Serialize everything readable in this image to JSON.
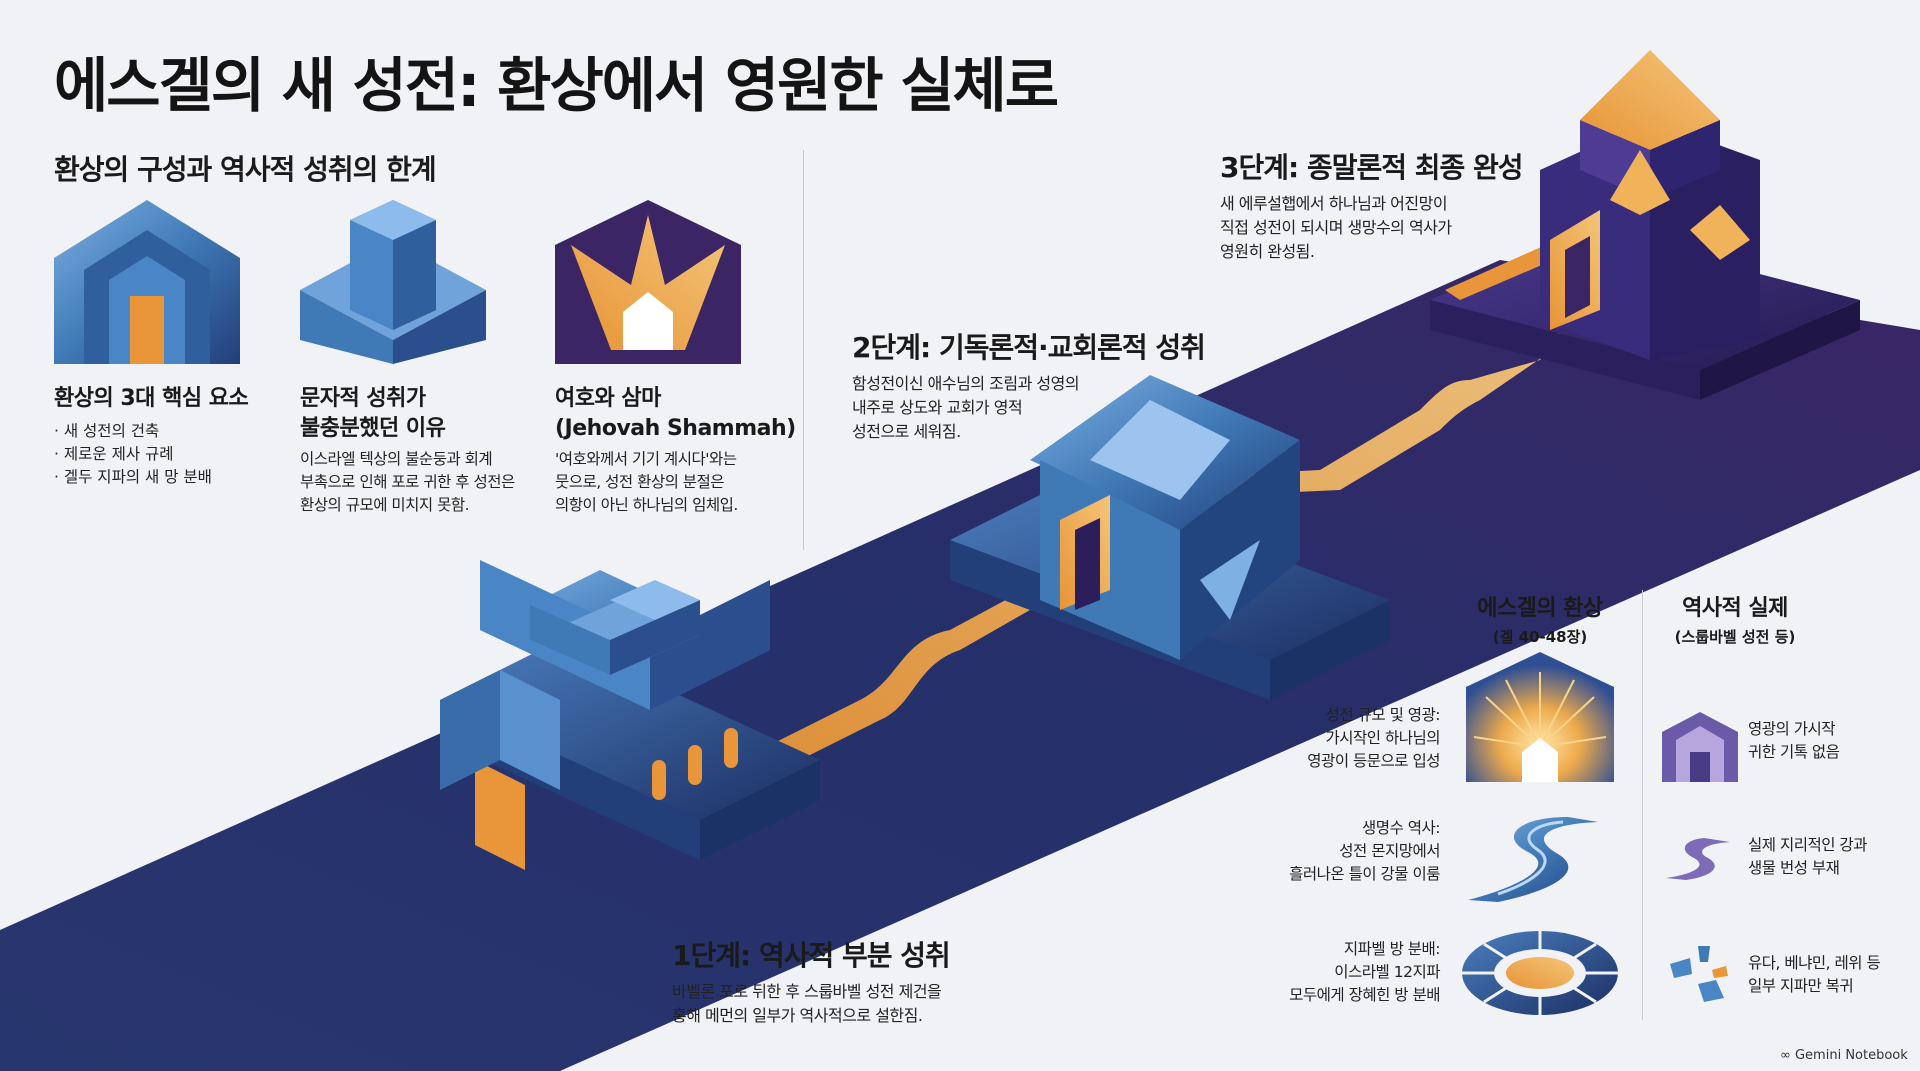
{
  "title": "에스겔의 새 성전: 환상에서 영원한 실체로",
  "section_left": {
    "heading": "환상의 구성과 역사적 성취의 한계",
    "cards": [
      {
        "title_lines": [
          "환상의 3대 핵심 요소"
        ],
        "items": [
          "새 성전의 건축",
          "제로운 제사 규례",
          "겔두 지파의 새 망 분배"
        ],
        "icon": "temple-gate-icon"
      },
      {
        "title_lines": [
          "문자적 성취가",
          "불충분했던 이유"
        ],
        "body_lines": [
          "이스라엘 텍상의 불순둥과 회계",
          "부촉으로 인해 포로 귀한 후 성전은",
          "환상의 규모에 미치지 못함."
        ],
        "icon": "incomplete-temple-icon"
      },
      {
        "title_lines": [
          "여호와 삼마",
          "(Jehovah Shammah)"
        ],
        "body_lines": [
          "'여호와께서 기기 계시다'와는",
          "뭇으로, 성전 환상의 분절은",
          "의항이 아닌 하나님의 임체입."
        ],
        "icon": "divine-presence-icon"
      }
    ]
  },
  "stages": [
    {
      "title": "1단계: 역사적 부분 성취",
      "body_lines": [
        "바벨론 포로 뒤한 후 스룹바벨 성전 제건을",
        "홍해 메먼의 일부가 역사적으로 설한짐."
      ]
    },
    {
      "title": "2단계: 기독론적·교회론적 성취",
      "body_lines": [
        "함성전이신 애수님의 조림과 성영의",
        "내주로 상도와 교회가 영적",
        "성전으로 세워짐."
      ]
    },
    {
      "title": "3단계: 종말론적 최종 완성",
      "body_lines": [
        "새 에루설햅에서 하나님과 어진망이",
        "직접 성전이 되시며 생망수의 역사가",
        "영원히 완성됨."
      ]
    }
  ],
  "comparison": {
    "left_heading": "에스겔의 환상",
    "left_sub": "(겔 40-48장)",
    "right_heading": "역사적 실제",
    "right_sub": "(스룹바벨 성전 등)",
    "rows": [
      {
        "vision_lines": [
          "성전 규모 및 영광:",
          "가시작인 하나님의",
          "영광이 등문으로 입성"
        ],
        "vision_icon": "radiant-temple-icon",
        "reality_lines": [
          "영광의 가시작",
          "귀한 기톡 없음"
        ],
        "reality_icon": "small-temple-icon"
      },
      {
        "vision_lines": [
          "생명수 역사:",
          "성전 몬지망에서",
          "흘러나온 틀이 강물 이룸"
        ],
        "vision_icon": "river-icon",
        "reality_lines": [
          "실제 지리적인 강과",
          "생물 번성 부재"
        ],
        "reality_icon": "dry-stream-icon"
      },
      {
        "vision_lines": [
          "지파벨 방 분배:",
          "이스라벨 12지파",
          "모두에게 장혜힌 방 분배"
        ],
        "vision_icon": "twelve-tribes-ring-icon",
        "reality_lines": [
          "유다, 베냐민, 레위 등",
          "일부 지파만 복귀"
        ],
        "reality_icon": "partial-ring-icon"
      }
    ]
  },
  "footer": "Gemini Notebook",
  "colors": {
    "accent_orange": "#e9963a",
    "steel_blue": "#4a86c5",
    "deep_navy": "#1f2b63",
    "purple": "#3c2a70"
  }
}
